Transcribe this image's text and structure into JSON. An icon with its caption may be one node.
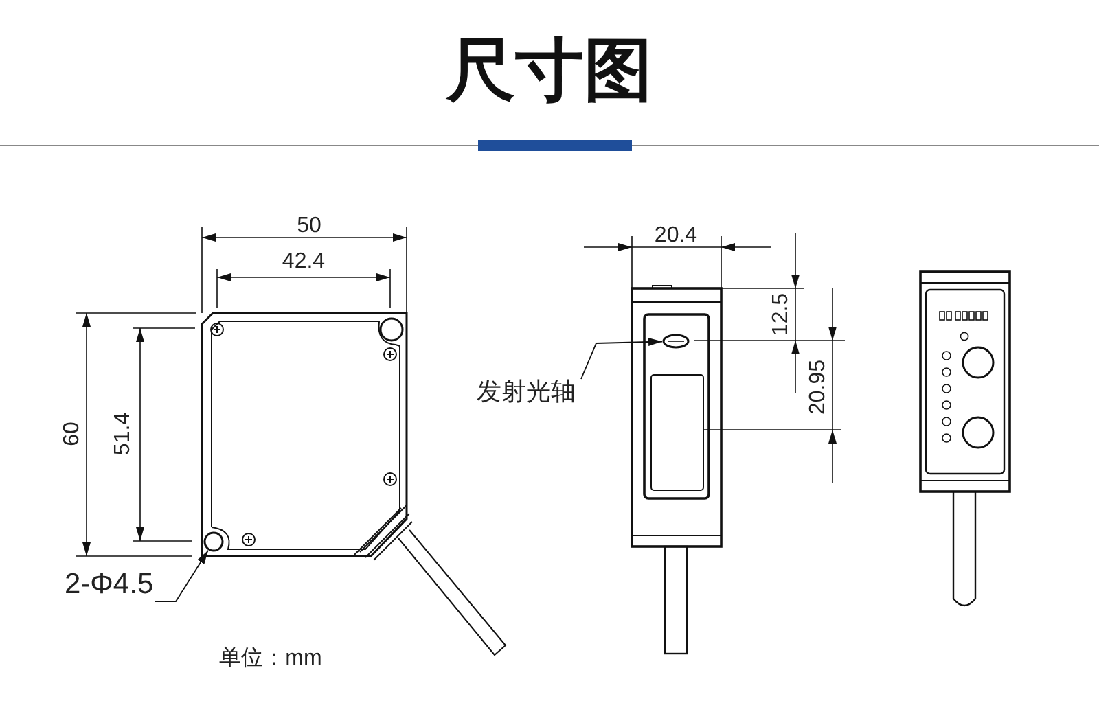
{
  "diagram": {
    "title": "尺寸图",
    "nodes": [
      {
        "text": [
          "2-Φ4.5"
        ]
      },
      {
        "text": [],
        "shape": "circle"
      },
      {
        "text": [
          "发射光轴"
        ]
      },
      {
        "text": [],
        "shape": "circle"
      }
    ],
    "edges": [
      {
        "from": 0,
        "to": 1,
        "arrow": "to"
      },
      {
        "from": 2,
        "to": 3,
        "arrow": "to"
      }
    ],
    "labels": [
      "50",
      "42.4",
      "60",
      "51.4",
      "20.4",
      "12.5",
      "20.95",
      "单位：mm"
    ]
  }
}
